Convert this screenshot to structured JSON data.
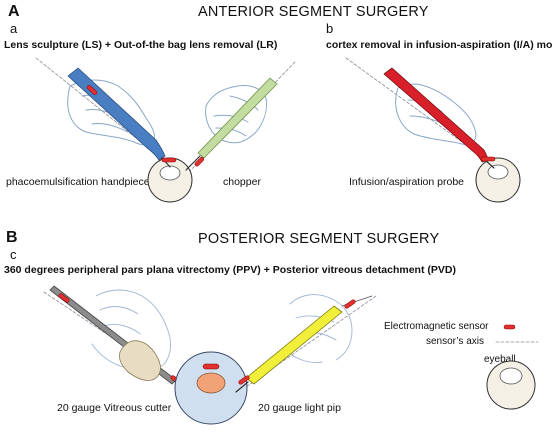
{
  "panel_a": {
    "letter": "A",
    "title": "ANTERIOR SEGMENT SURGERY",
    "sub_a": "a",
    "sub_b": "b",
    "heading_a": "Lens sculpture (LS)  + Out-of-the bag lens removal (LR)",
    "heading_b": "cortex removal in infusion-aspiration (I/A) mode",
    "label_phaco": "phacoemulsification handpiece",
    "label_chopper": "chopper",
    "label_ia": "Infusion/aspiration probe"
  },
  "panel_b": {
    "letter": "B",
    "title": "POSTERIOR SEGMENT SURGERY",
    "sub_c": "c",
    "heading_c": "360 degrees peripheral pars plana vitrectomy (PPV) + Posterior vitreous detachment (PVD)",
    "label_cutter": "20 gauge Vitreous cutter",
    "label_light": "20 gauge light pip"
  },
  "legend": {
    "sensor": "Electromagnetic sensor",
    "axis": "sensor’s axis",
    "eyeball": "eyeball"
  },
  "colors": {
    "phaco_blue": "#4a7ec2",
    "chopper_green": "#c3dca0",
    "ia_red": "#d8202a",
    "light_yellow": "#f2ef3a",
    "sensor_red": "#e03030",
    "eye_fill": "#f4f0e6",
    "posterior_eye": "#cfdff0",
    "lens_orange": "#f2a277",
    "hand_stroke": "#8aa6c8"
  }
}
